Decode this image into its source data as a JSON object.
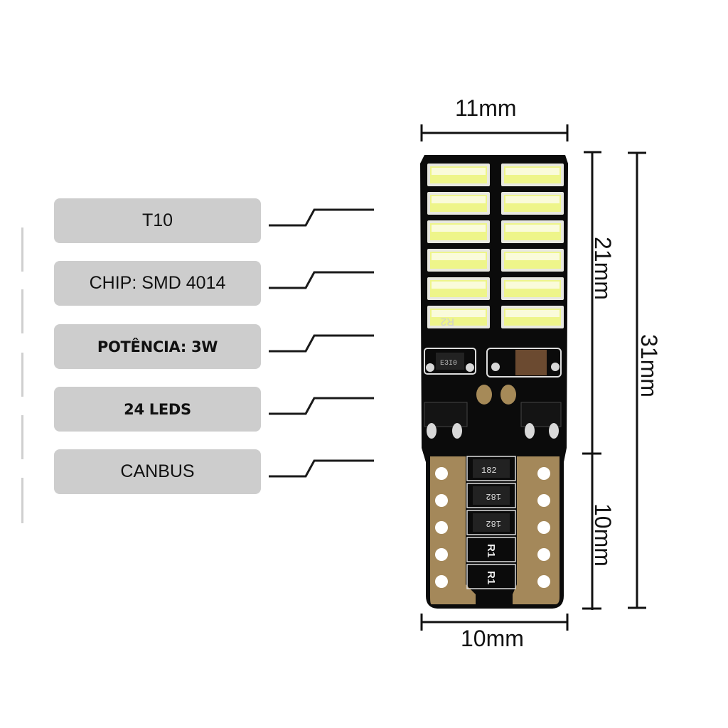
{
  "specs": [
    {
      "label": "T10",
      "style": "regular"
    },
    {
      "label": "CHIP: SMD 4014",
      "style": "regular"
    },
    {
      "label": "POTÊNCIA: 3W",
      "style": "bold"
    },
    {
      "label": "24 LEDS",
      "style": "bold"
    },
    {
      "label": "CANBUS",
      "style": "regular"
    }
  ],
  "dimensions": {
    "top_width": "11mm",
    "bottom_width": "10mm",
    "led_section_height": "21mm",
    "base_height": "10mm",
    "total_height": "31mm"
  },
  "board": {
    "led_count": 24,
    "visible_led_rows": 6,
    "visible_led_cols": 2,
    "silkscreen": {
      "r2": "R2",
      "r1_a": "R1",
      "r1_b": "R1",
      "resistor_code": "182",
      "smd_code": "E3I0"
    },
    "colors": {
      "pcb": "#0b0b0b",
      "led": "#fbfce8",
      "led_glow": "#eef58a",
      "copper": "#a4885a",
      "label_bg": "#cdcdcd"
    }
  }
}
